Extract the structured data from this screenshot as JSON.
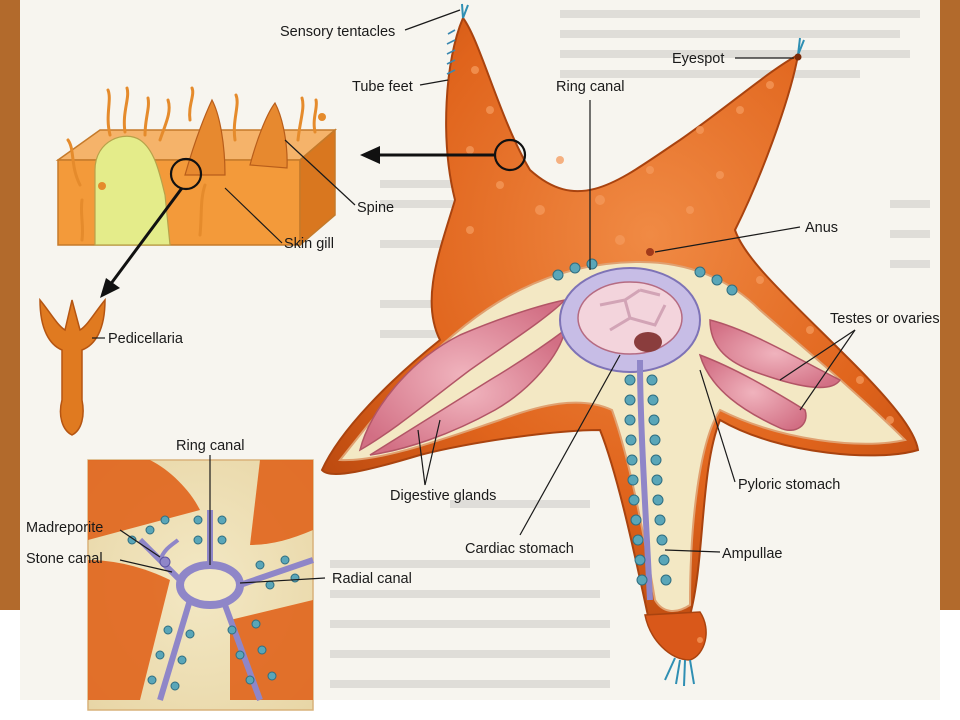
{
  "labels": {
    "sensory_tentacles": "Sensory tentacles",
    "tube_feet": "Tube feet",
    "ring_canal_main": "Ring canal",
    "eyespot": "Eyespot",
    "spine": "Spine",
    "skin_gill": "Skin gill",
    "anus": "Anus",
    "pedicellaria": "Pedicellaria",
    "testes_or_ovaries": "Testes or ovaries",
    "ring_canal_inset": "Ring canal",
    "madreporite": "Madreporite",
    "stone_canal": "Stone canal",
    "radial_canal": "Radial canal",
    "digestive_glands": "Digestive glands",
    "pyloric_stomach": "Pyloric stomach",
    "cardiac_stomach": "Cardiac stomach",
    "ampullae": "Ampullae"
  },
  "colors": {
    "starfish_orange": "#e0641c",
    "starfish_dark": "#b8470e",
    "starfish_light": "#f08a44",
    "interior_cream": "#f3e8c4",
    "gland_pink": "#e08a9a",
    "canal_purple": "#8f86c8",
    "ampulla_teal": "#5aa6b8",
    "background_bar": "#b26a2c"
  }
}
